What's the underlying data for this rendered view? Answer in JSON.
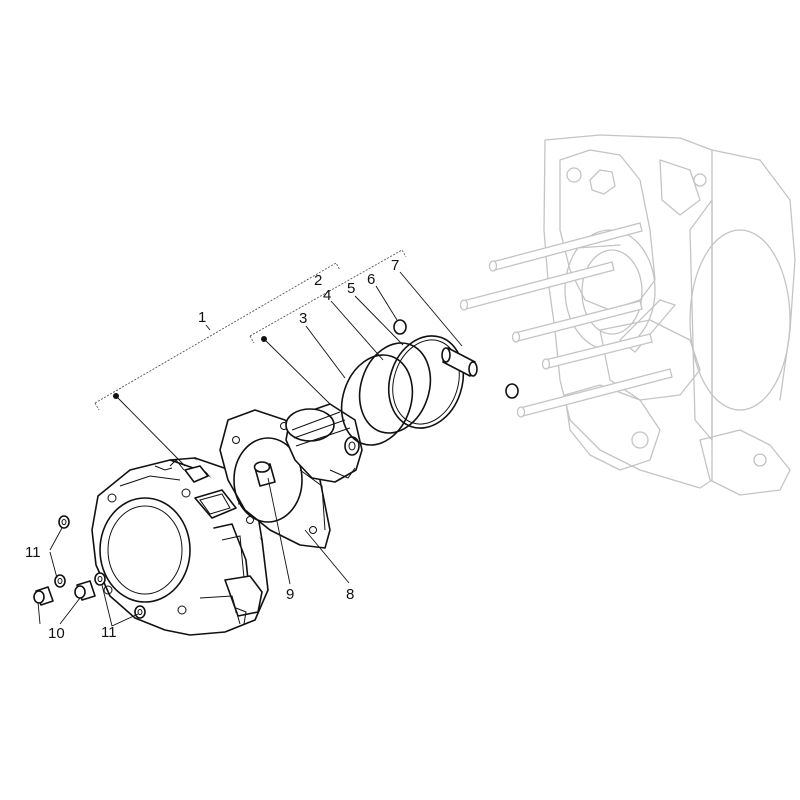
{
  "callouts": {
    "c1": "1",
    "c2": "2",
    "c3": "3",
    "c4": "4",
    "c5": "5",
    "c6": "6",
    "c7": "7",
    "c8": "8",
    "c9": "9",
    "c10": "10",
    "c11a": "11",
    "c11b": "11"
  },
  "colors": {
    "line": "#111111",
    "crankcase": "#c4c4c4",
    "background": "#ffffff"
  }
}
